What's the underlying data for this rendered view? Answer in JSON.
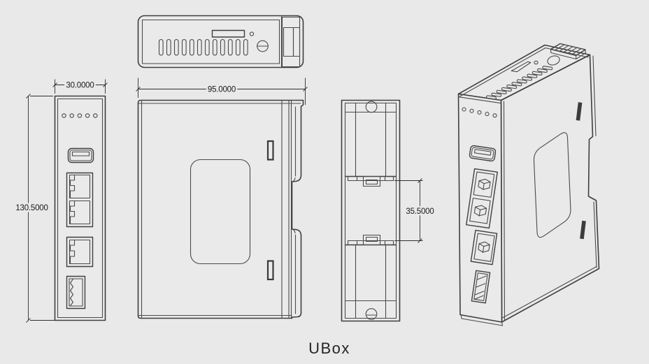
{
  "title": "UBox",
  "drawing_type": "engineering-orthographic-views",
  "views": [
    "top-view",
    "front-view",
    "side-view",
    "back-view",
    "isometric-view"
  ],
  "dimensions": {
    "width": "30.0000",
    "height": "130.5000",
    "depth": "95.0000",
    "rail": "35.5000"
  },
  "colors": {
    "background": "#e9e9e9",
    "line": "#3f3f3f",
    "dimension_line": "#2f2f2f",
    "text": "#191919"
  }
}
